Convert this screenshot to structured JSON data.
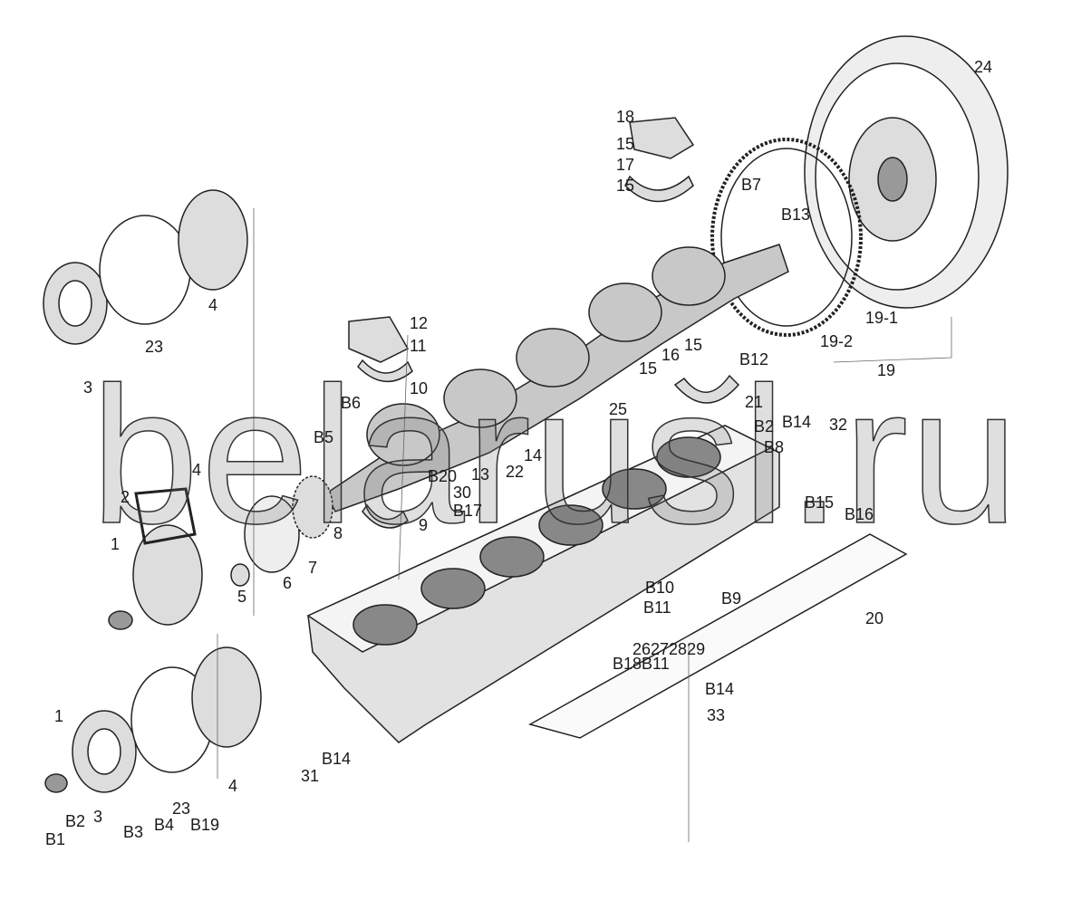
{
  "diagram": {
    "title": "Crankshaft, flywheel and cylinder block exploded view",
    "watermark": "belarusl.ru",
    "labels": [
      "24",
      "18",
      "15",
      "17",
      "15",
      "B7",
      "B13",
      "12",
      "11",
      "10",
      "19-1",
      "19-2",
      "19",
      "15",
      "16",
      "15",
      "B12",
      "21",
      "25",
      "B2",
      "B14",
      "32",
      "B8",
      "B6",
      "B5",
      "B20",
      "13",
      "14",
      "22",
      "30",
      "B17",
      "B15",
      "B16",
      "4",
      "23",
      "3",
      "4",
      "2",
      "1",
      "5",
      "6",
      "7",
      "8",
      "9",
      "B10",
      "B9",
      "B11",
      "20",
      "26272829",
      "B18B11",
      "B14",
      "33",
      "31",
      "B14",
      "1",
      "4",
      "B2",
      "3",
      "23",
      "B1",
      "B3",
      "B4",
      "B19"
    ]
  }
}
